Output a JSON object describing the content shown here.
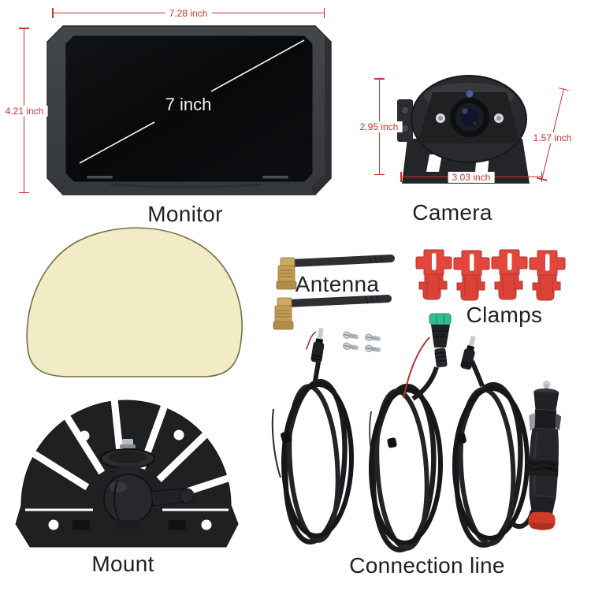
{
  "product_kit": {
    "monitor": {
      "label": "Monitor",
      "screen_size": "7 inch",
      "width": "7.28 inch",
      "height": "4.21 inch"
    },
    "camera": {
      "label": "Camera",
      "height": "2.95 inch",
      "depth": "1.57 inch",
      "width": "3.03 inch"
    },
    "antenna": {
      "label": "Antenna",
      "quantity": 2
    },
    "clamps": {
      "label": "Clamps",
      "quantity": 4
    },
    "mount": {
      "label": "Mount"
    },
    "connection_line": {
      "label": "Connection line",
      "cable_count": 3
    },
    "screws": {
      "quantity": 4
    }
  },
  "colors": {
    "background": "#ffffff",
    "dimension_red": "#c63531",
    "label_text": "#212124",
    "screen_text": "#f5f5f5",
    "pad_cream": "#f1ecc6",
    "clamp_red": "#e2463c",
    "antenna_gold": "#c9a55e",
    "connector_green": "#2fbf8e",
    "cable_black": "#1b1c1e",
    "plug_base_red": "#cf3a2b"
  }
}
